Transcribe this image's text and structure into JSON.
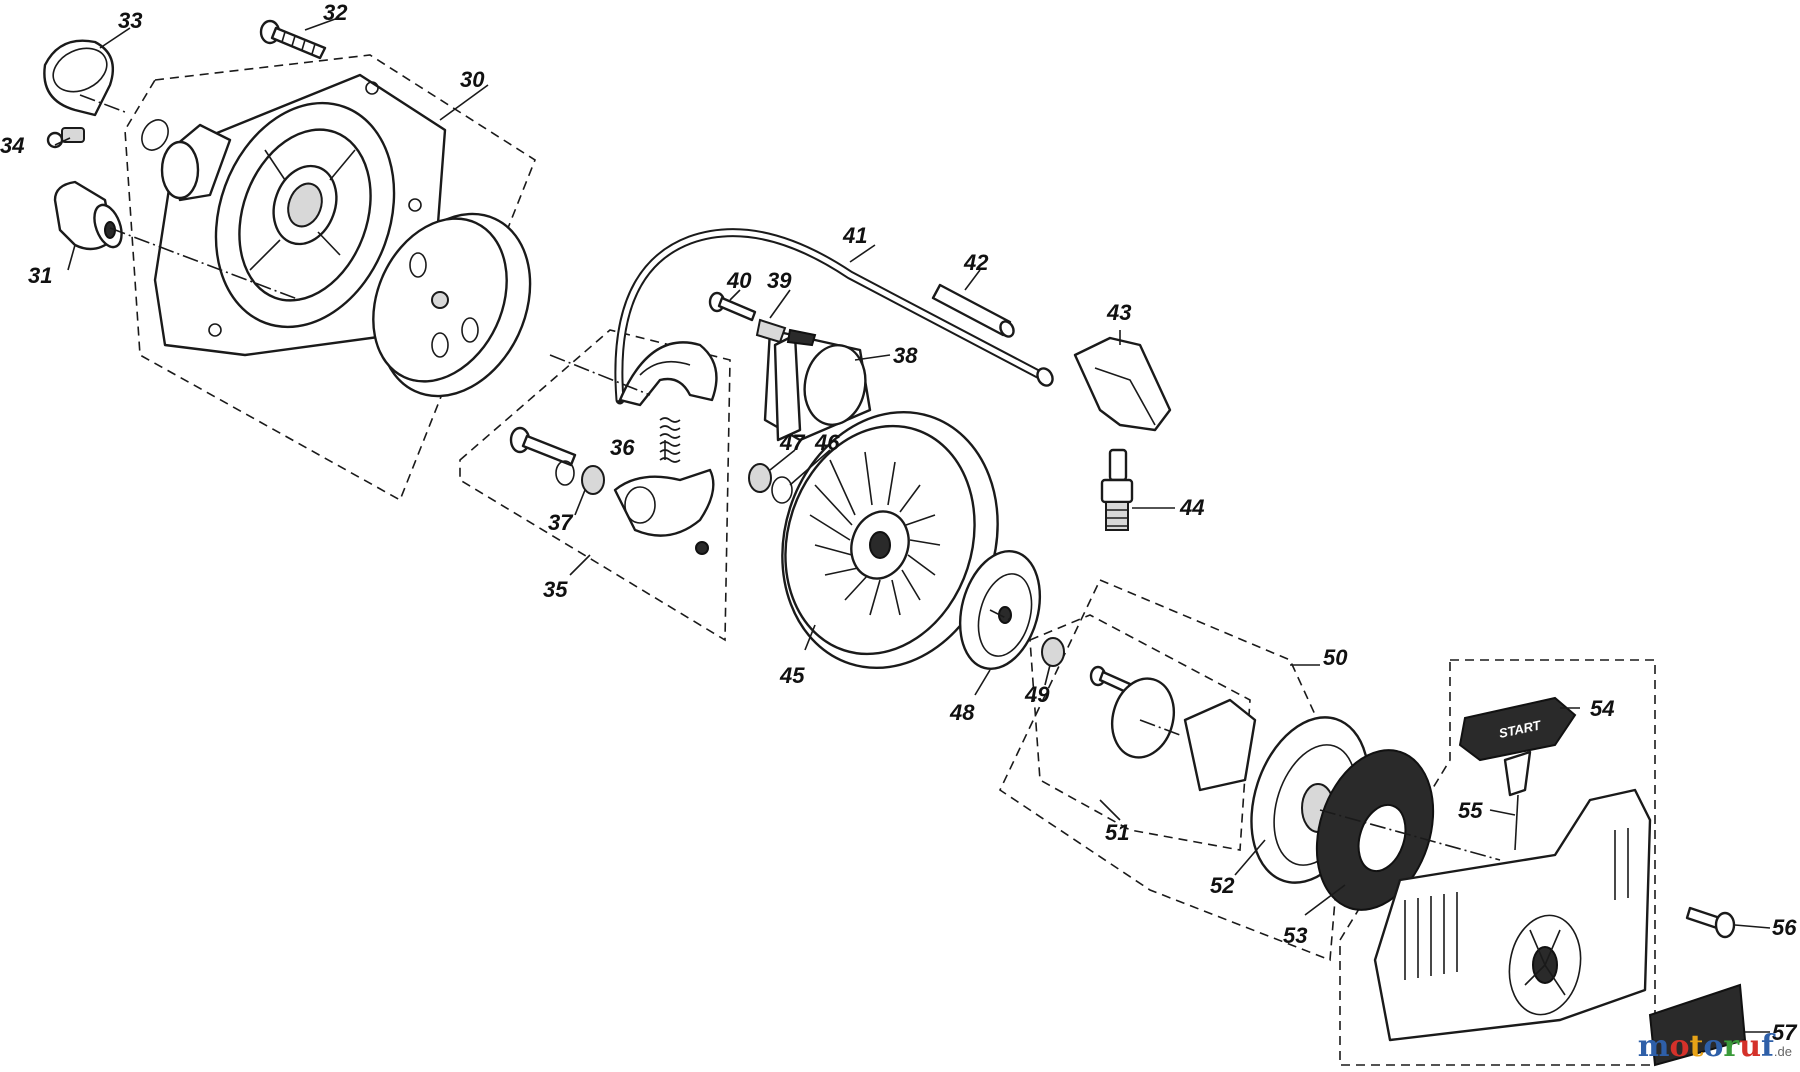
{
  "callouts": [
    "30",
    "31",
    "32",
    "33",
    "34",
    "35",
    "36",
    "37",
    "38",
    "39",
    "40",
    "41",
    "42",
    "43",
    "44",
    "45",
    "46",
    "47",
    "48",
    "49",
    "50",
    "51",
    "52",
    "53",
    "54",
    "55",
    "56",
    "57"
  ],
  "handle_text": "START",
  "watermark": {
    "letters": [
      "m",
      "o",
      "t",
      "o",
      "r",
      "u",
      "f"
    ],
    "colors": [
      "#2e5fa8",
      "#d4312a",
      "#e8a317",
      "#2e5fa8",
      "#3a9a3a",
      "#d4312a",
      "#2e5fa8"
    ],
    "suffix": ".de"
  }
}
